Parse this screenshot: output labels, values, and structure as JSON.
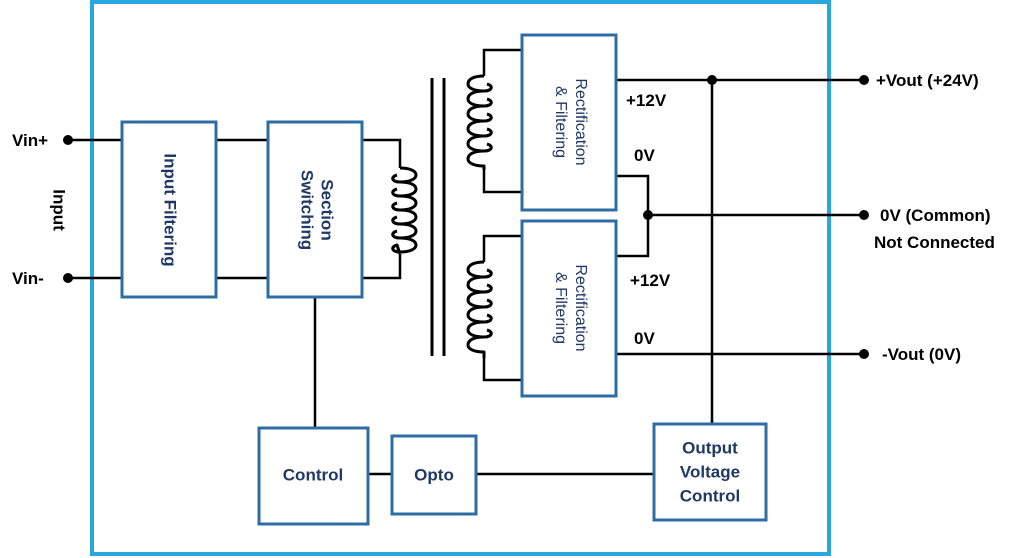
{
  "terminals": {
    "vin_plus": "Vin+",
    "vin_minus": "Vin-",
    "input": "Input",
    "vout_plus": "+Vout (+24V)",
    "zero_common": "0V (Common)",
    "not_connected": "Not Connected",
    "vout_minus": "-Vout (0V)"
  },
  "blocks": {
    "input_filtering": "Input Filtering",
    "switching_line1": "Switching",
    "switching_line2": "Section",
    "rect_line1": "Rectification",
    "rect_line2": "& Filtering",
    "control": "Control",
    "opto": "Opto",
    "ovc_line1": "Output",
    "ovc_line2": "Voltage",
    "ovc_line3": "Control"
  },
  "voltages": {
    "upper_plus": "+12V",
    "upper_zero": "0V",
    "lower_plus": "+12V",
    "lower_zero": "0V"
  },
  "colors": {
    "block_border": "#2e6da4",
    "frame_border": "#29a8e0",
    "block_text": "#1f3864"
  }
}
